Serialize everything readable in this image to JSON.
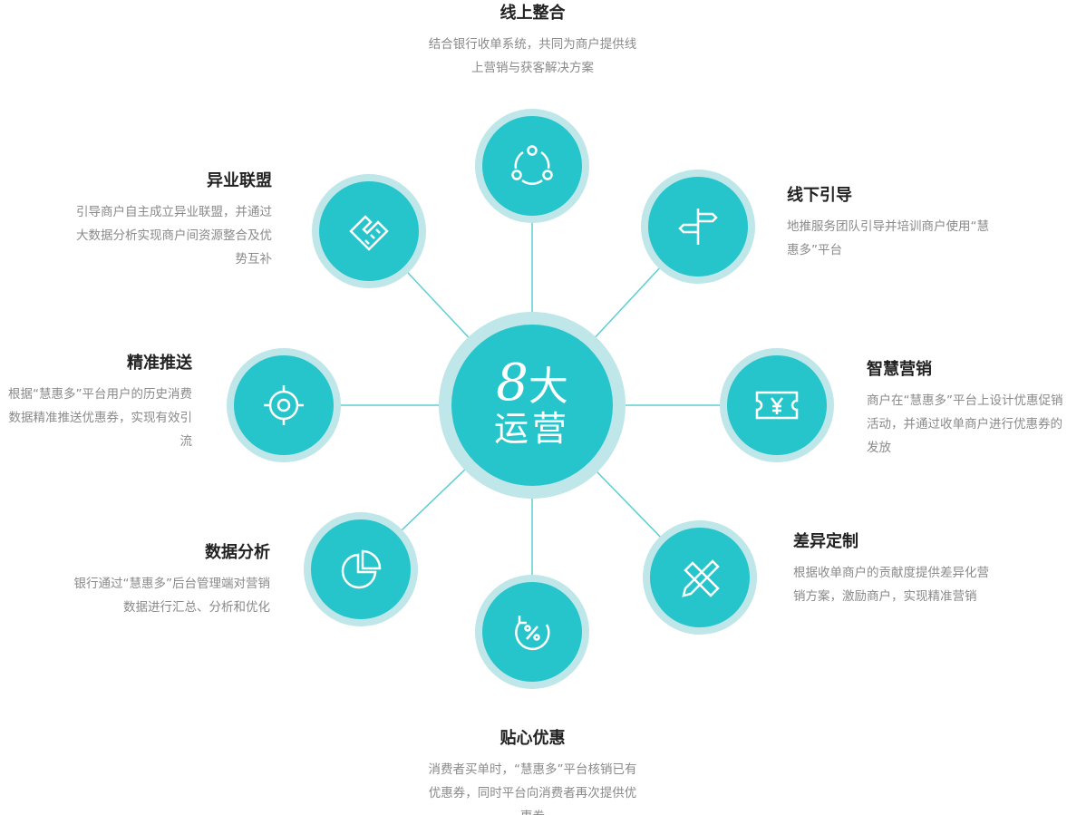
{
  "center": {
    "number": "8",
    "line1": "大",
    "line2": "运营"
  },
  "items": [
    {
      "title": "线上整合",
      "desc": "结合银行收单系统，共同为商户提供线上营销与获客解决方案"
    },
    {
      "title": "线下引导",
      "desc": "地推服务团队引导并培训商户使用“慧惠多”平台"
    },
    {
      "title": "智慧营销",
      "desc": "商户在“慧惠多”平台上设计优惠促销活动，并通过收单商户进行优惠券的发放"
    },
    {
      "title": "差异定制",
      "desc": "根据收单商户的贡献度提供差异化营销方案，激励商户，实现精准营销"
    },
    {
      "title": "贴心优惠",
      "desc": "消费者买单时，“慧惠多”平台核销已有优惠券，同时平台向消费者再次提供优惠券"
    },
    {
      "title": "数据分析",
      "desc": "银行通过“慧惠多”后台管理端对营销数据进行汇总、分析和优化"
    },
    {
      "title": "精准推送",
      "desc": "根据“慧惠多”平台用户的历史消费数据精准推送优惠券，实现有效引流"
    },
    {
      "title": "异业联盟",
      "desc": "引导商户自主成立异业联盟，并通过大数据分析实现商户间资源整合及优势互补"
    }
  ],
  "colors": {
    "teal": "#26c5cb",
    "ring": "#bfe6e8",
    "line": "#5ccfd3"
  }
}
